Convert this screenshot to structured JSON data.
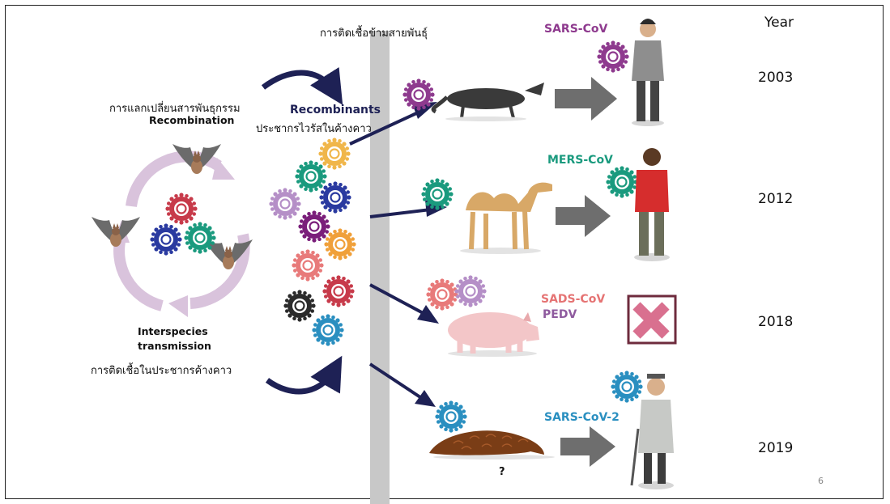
{
  "title_crossspecies": "การติดเชื้อข้ามสายพันธุ์",
  "year_header": "Year",
  "left": {
    "recomb_thai": "การแลกเปลี่ยนสารพันธุกรรม",
    "recomb_en": "Recombination",
    "inter_en_1": "Interspecies",
    "inter_en_2": "transmission",
    "inter_thai": "การติดเชื้อในประชากรค้างคาว"
  },
  "middle": {
    "recombinants": "Recombinants",
    "population_thai": "ประชากรไวรัสในค้างคาว"
  },
  "rows": [
    {
      "virus": "SARS-CoV",
      "host": "civet",
      "year": "2003",
      "color": "#8e3a8e"
    },
    {
      "virus": "MERS-CoV",
      "host": "camel",
      "year": "2012",
      "color": "#1a9a7e"
    },
    {
      "virus": "SADS-CoV",
      "virus2": "PEDV",
      "host": "pig",
      "year": "2018",
      "color": "#e57373",
      "color2": "#8e5a9e"
    },
    {
      "virus": "SARS-CoV-2",
      "host": "pangolin",
      "year": "2019",
      "color": "#2a8fc0"
    }
  ],
  "pangolin_question": "?",
  "page_number": "6",
  "colors": {
    "arrow_navy": "#1e2155",
    "arrow_gray": "#6e6e6e",
    "divider": "#c8c8c8",
    "cycle": "#d9c3dc",
    "xmark": "#d9708f"
  },
  "icons": [
    "bat-icon",
    "virus-icon",
    "civet-icon",
    "camel-icon",
    "pig-icon",
    "pangolin-icon",
    "person-icon",
    "x-mark-icon",
    "arrow-icon"
  ]
}
